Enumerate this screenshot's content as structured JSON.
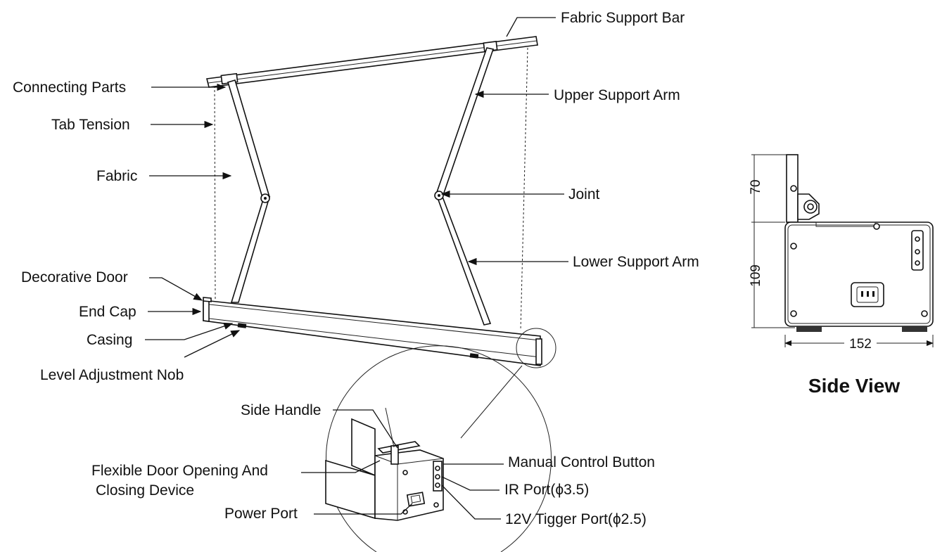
{
  "labels": {
    "fabric_support_bar": "Fabric Support Bar",
    "connecting_parts": "Connecting Parts",
    "upper_support_arm": "Upper Support Arm",
    "tab_tension": "Tab Tension",
    "fabric": "Fabric",
    "joint": "Joint",
    "lower_support_arm": "Lower Support Arm",
    "decorative_door": "Decorative Door",
    "end_cap": "End Cap",
    "casing": "Casing",
    "level_adjustment_nob": "Level Adjustment Nob",
    "side_handle": "Side Handle",
    "flexible_door_line1": "Flexible Door Opening And",
    "flexible_door_line2": "Closing Device",
    "power_port": "Power Port",
    "manual_control_button": "Manual Control Button",
    "ir_port": "IR Port(ϕ3.5)",
    "trigger_port": "12V Tigger Port(ϕ2.5)"
  },
  "side_view": {
    "title": "Side View",
    "dim_height_top": "70",
    "dim_height_body": "109",
    "dim_width": "152"
  }
}
